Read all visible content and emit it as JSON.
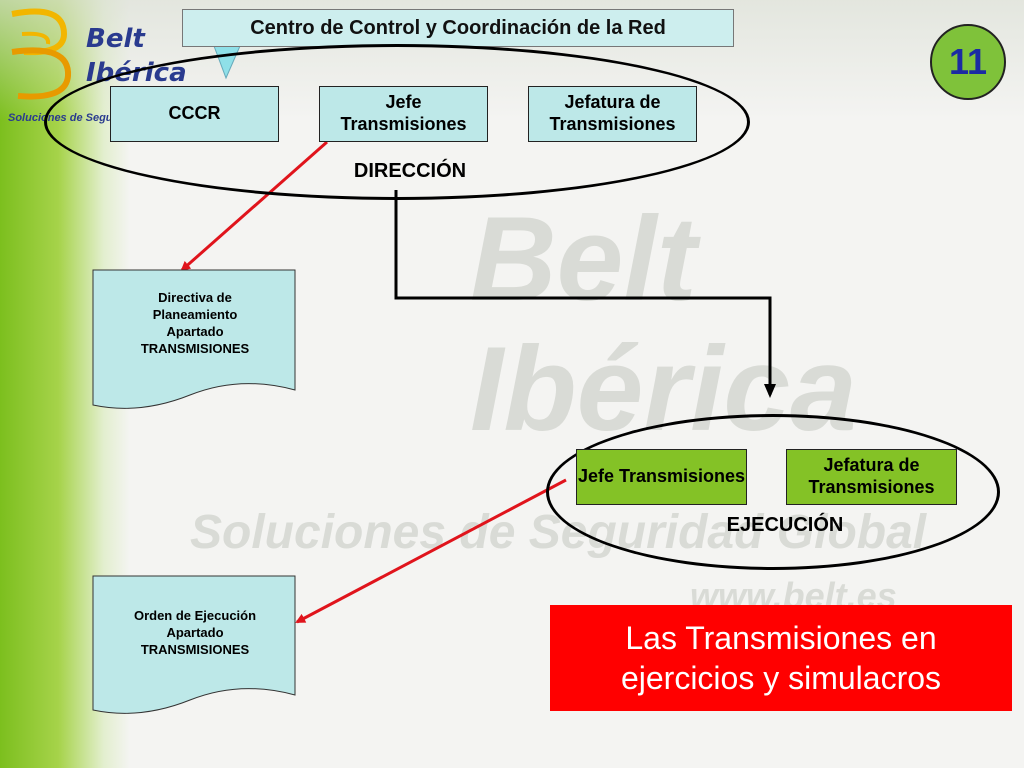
{
  "slide": {
    "title": "Centro de Control y Coordinación de la Red",
    "page_number": "11"
  },
  "logo": {
    "line1": "Belt",
    "line2": "Ibérica",
    "tagline": "Soluciones de Seguridad Global"
  },
  "watermark": {
    "line1": "Belt",
    "line2": "Ibérica",
    "tagline": "Soluciones de Seguridad Global",
    "url": "www.belt.es"
  },
  "direccion": {
    "label": "DIRECCIÓN",
    "nodes": [
      "CCCR",
      "Jefe Transmisiones",
      "Jefatura de Transmisiones"
    ]
  },
  "ejecucion": {
    "label": "EJECUCIÓN",
    "nodes": [
      "Jefe Transmisiones",
      "Jefatura de Transmisiones"
    ]
  },
  "documents": {
    "doc1": [
      "Directiva de",
      "Planeamiento",
      "Apartado",
      "TRANSMISIONES"
    ],
    "doc2": [
      "Orden de Ejecución",
      "Apartado",
      "TRANSMISIONES"
    ]
  },
  "callout": {
    "line1": "Las Transmisiones en",
    "line2": "ejercicios y simulacros"
  },
  "colors": {
    "teal": "#bde8e8",
    "green": "#84c226",
    "red_arrow": "#e0141c",
    "callout_bg": "#ff0000",
    "badge_bg": "#7fc23a",
    "badge_text": "#1b2aa3"
  }
}
